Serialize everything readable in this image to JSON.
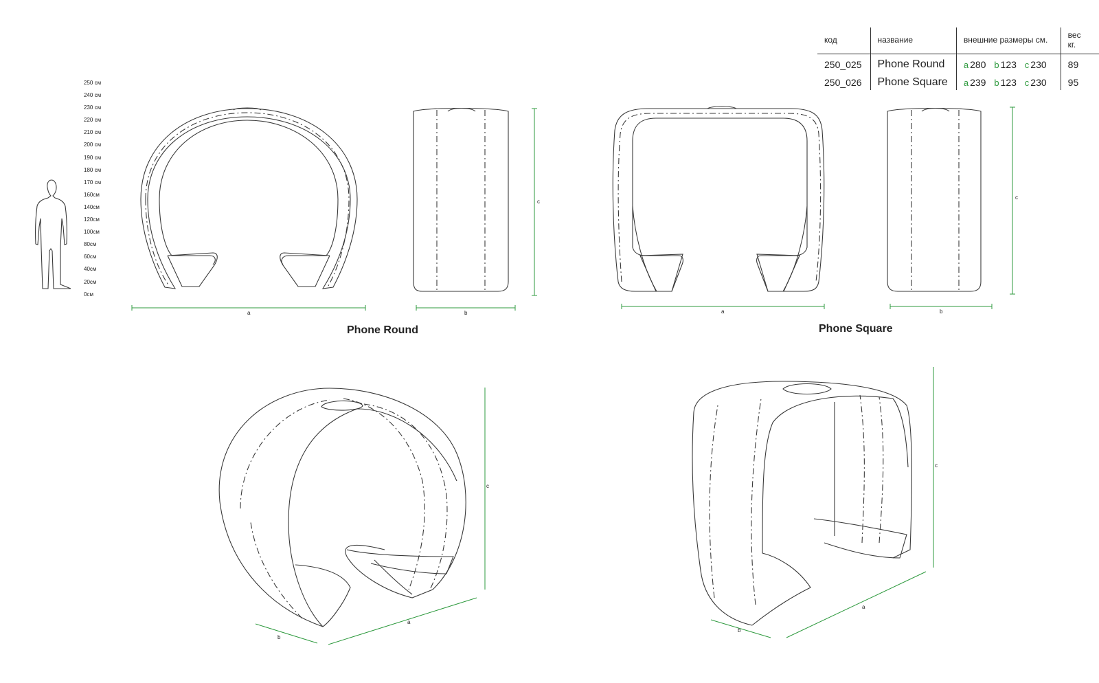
{
  "spec_table": {
    "headers": {
      "code": "код",
      "name": "название",
      "dimensions": "внешние размеры см.",
      "weight": "вес кг."
    },
    "rows": [
      {
        "code": "250_025",
        "name": "Phone Round",
        "a": "280",
        "b": "123",
        "c": "230",
        "weight": "89"
      },
      {
        "code": "250_026",
        "name": "Phone Square",
        "a": "239",
        "b": "123",
        "c": "230",
        "weight": "95"
      }
    ],
    "dim_labels": {
      "a": "a",
      "b": "b",
      "c": "c"
    }
  },
  "height_scale": [
    "250 см",
    "240 см",
    "230 см",
    "220 см",
    "210 см",
    "200 см",
    "190 см",
    "180 см",
    "170 см",
    "160см",
    "140см",
    "120см",
    "100см",
    "80см",
    "60см",
    "40см",
    "20см",
    "0см"
  ],
  "captions": {
    "round": "Phone Round",
    "square": "Phone Square"
  },
  "dimension_letters": {
    "a": "a",
    "b": "b",
    "c": "c"
  },
  "colors": {
    "line": "#3a3a3a",
    "dimension": "#2e9a3e",
    "text": "#222222"
  }
}
